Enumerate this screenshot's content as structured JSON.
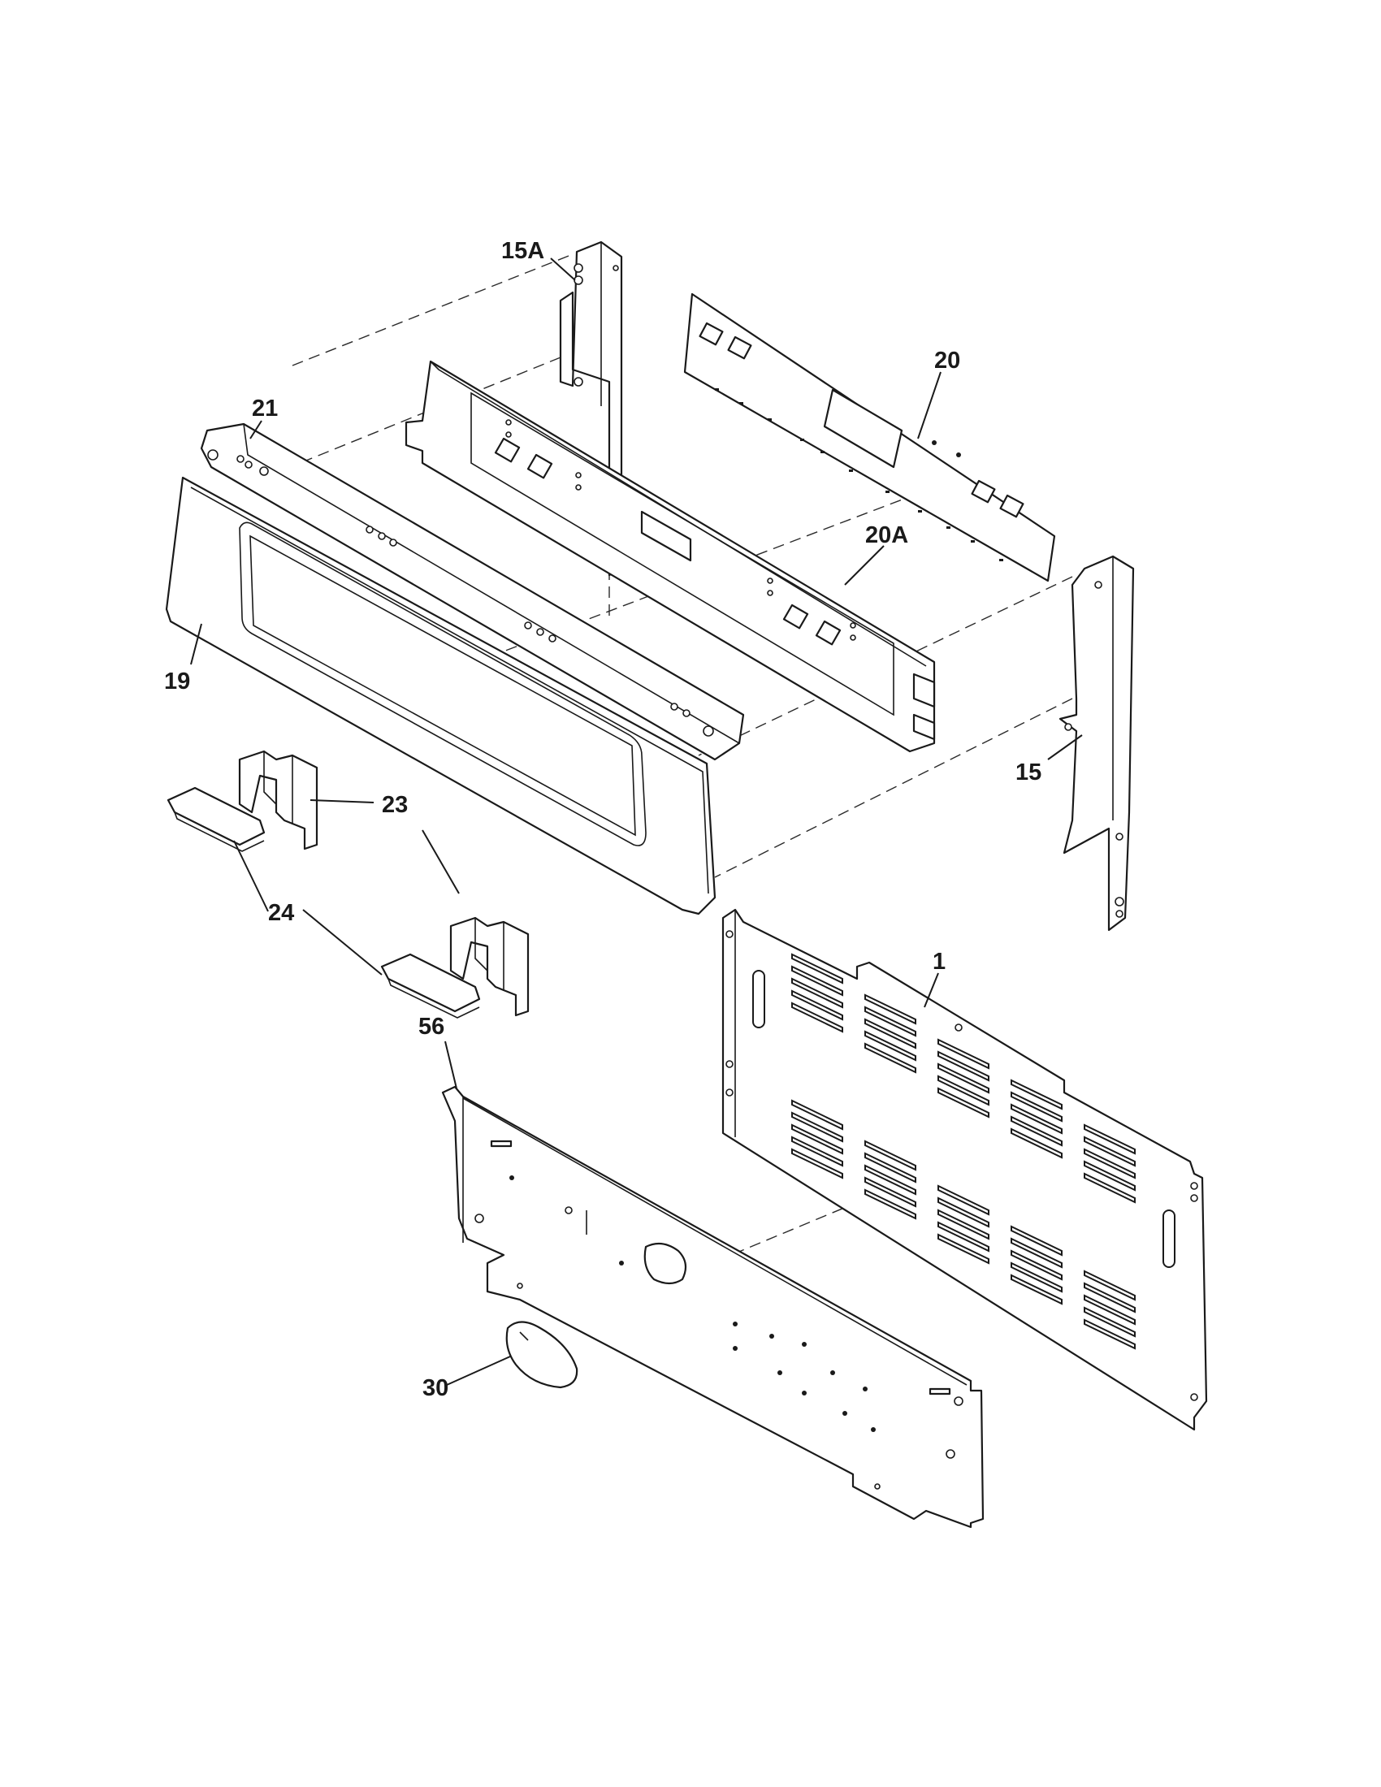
{
  "callouts": {
    "c15A": "15A",
    "c20": "20",
    "c21": "21",
    "c20A": "20A",
    "c19": "19",
    "c15": "15",
    "c23": "23",
    "c24": "24",
    "c1": "1",
    "c56": "56",
    "c30": "30"
  }
}
